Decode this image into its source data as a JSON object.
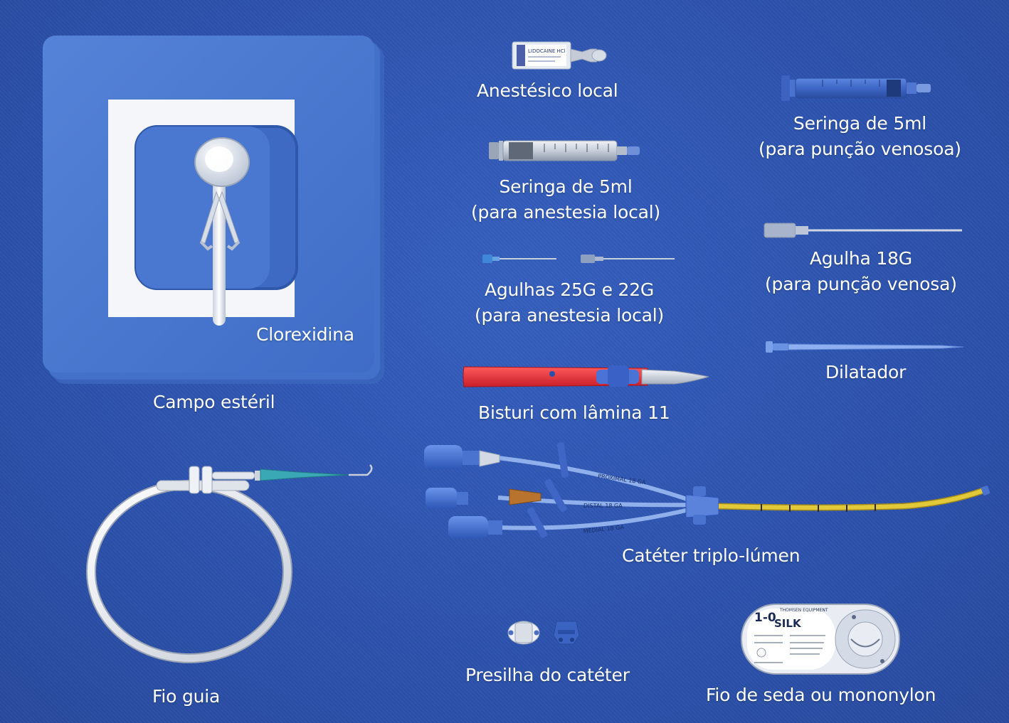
{
  "labels": {
    "clorexidina": "Clorexidina",
    "campo_esteril": "Campo estéril",
    "anestesico_local": "Anestésico local",
    "seringa_anestesia_l1": "Seringa de 5ml",
    "seringa_anestesia_l2": "(para anestesia local)",
    "agulhas_l1": "Agulhas 25G e 22G",
    "agulhas_l2": "(para anestesia local)",
    "bisturi": "Bisturi com lâmina 11",
    "seringa_puncao_l1": "Seringa de 5ml",
    "seringa_puncao_l2": "(para punção venosoa)",
    "agulha18_l1": "Agulha 18G",
    "agulha18_l2": "(para punção venosa)",
    "dilatador": "Dilatador",
    "fio_guia": "Fio guia",
    "cateter": "Catéter triplo-lúmen",
    "presilha": "Presilha do catéter",
    "fio_seda": "Fio de seda ou mononylon"
  },
  "package_text": {
    "size": "1-0",
    "material": "SILK",
    "brand": "THOMSEN EQUIPMENT"
  },
  "vial_text": "LIDOCAINE HCl",
  "catheter_text": {
    "proximal": "PROXIMAL 18 GA",
    "distal": "DISTAL 18 GA",
    "medial": "MEDIAL 18 GA"
  },
  "colors": {
    "background": "#2f56b4",
    "drape": "#4a78d0",
    "label_text": "#ffffff",
    "scalpel_handle": "#e8323c",
    "catheter_tip": "#e2c93a"
  }
}
